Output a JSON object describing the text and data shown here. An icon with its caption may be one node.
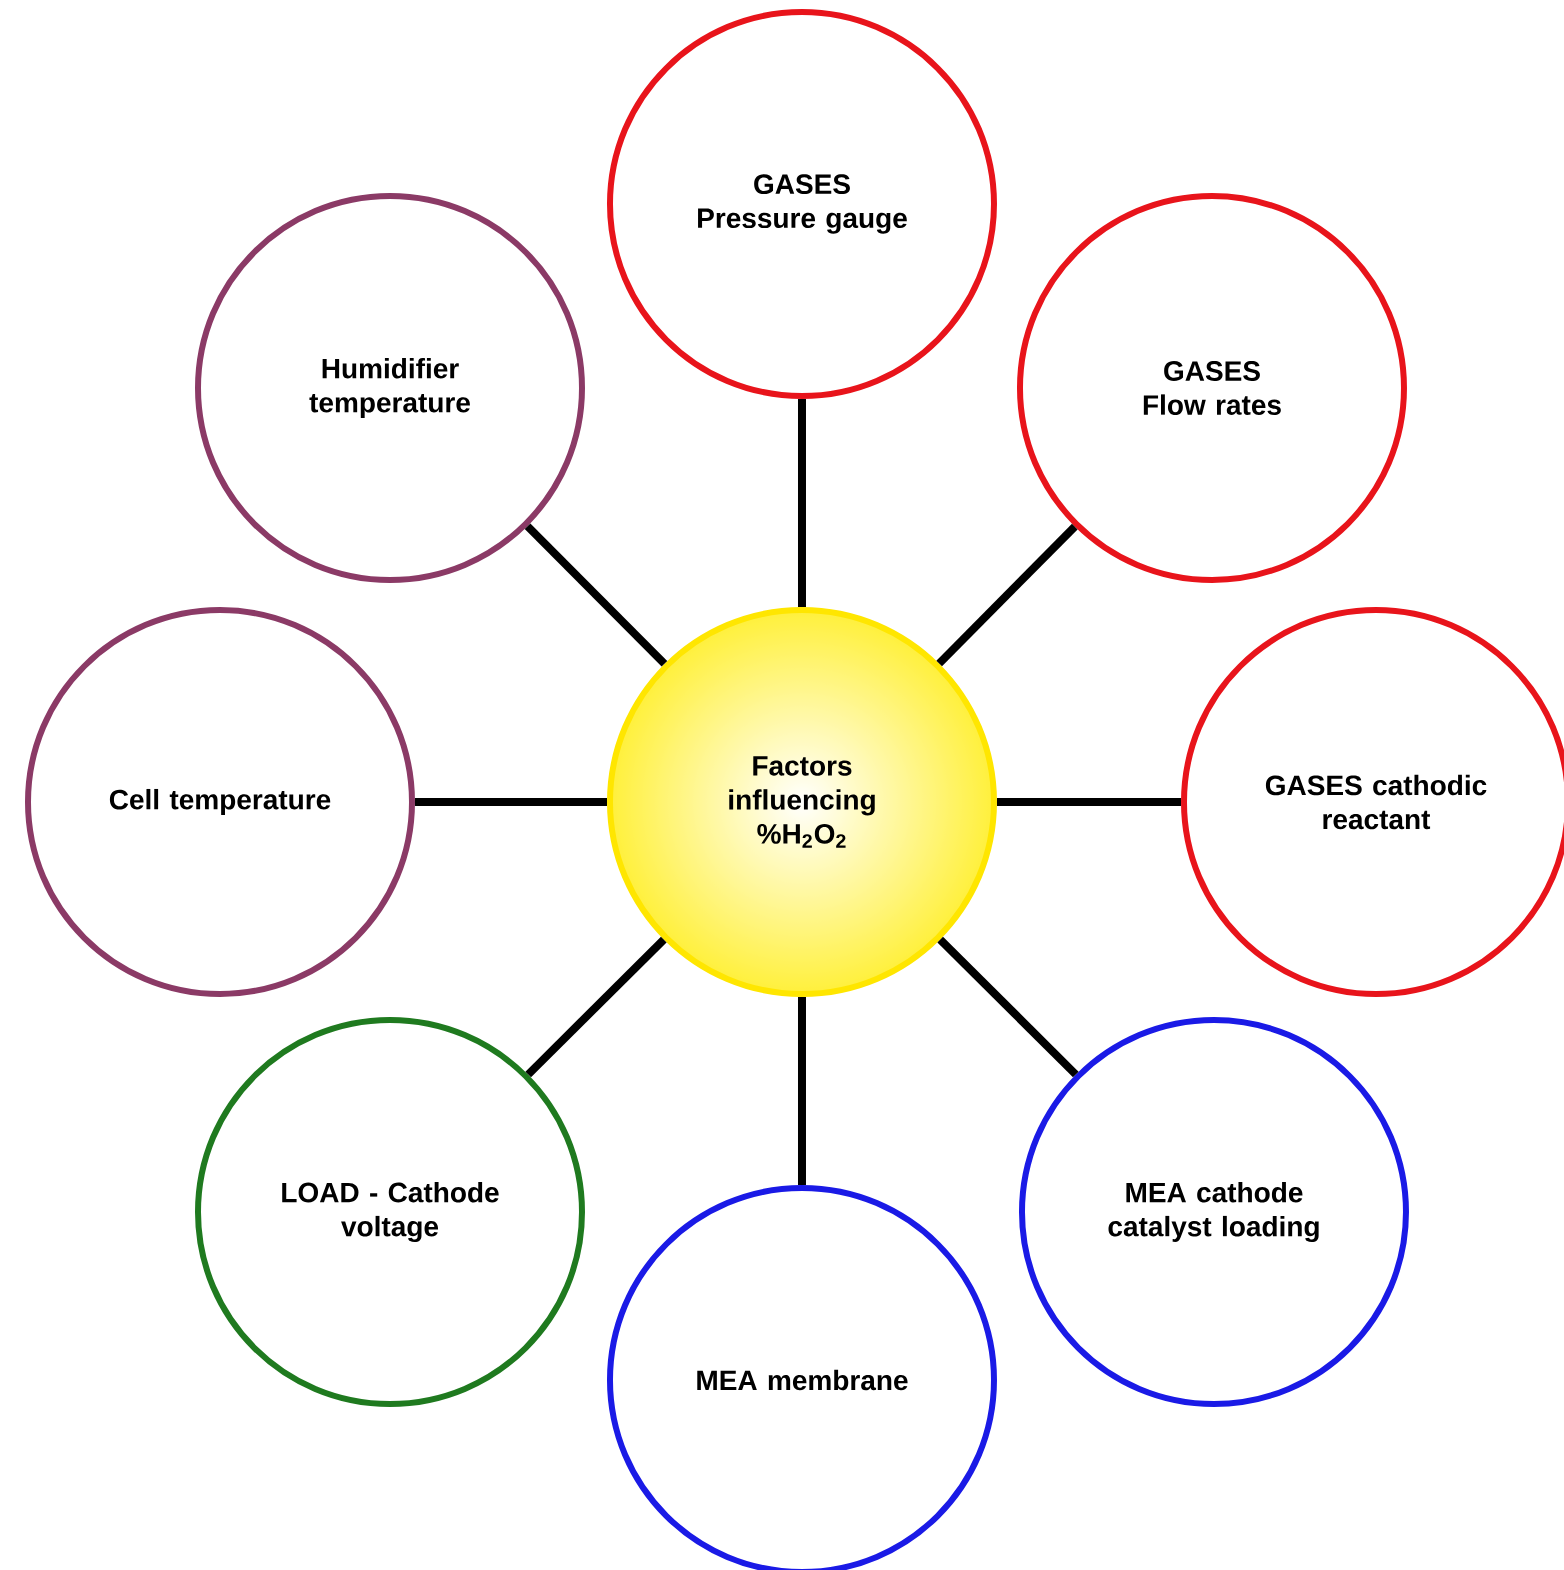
{
  "diagram": {
    "nodes": [
      {
        "text": [
          "Factors influencing %H$_{2}$O$_{2}$"
        ]
      },
      {
        "text": [
          "GASES Pressure gauge"
        ]
      },
      {
        "text": [
          "GASES Flow rates"
        ]
      },
      {
        "text": [
          "GASES cathodic reactant"
        ]
      },
      {
        "text": [
          "MEA cathode catalyst loading"
        ]
      },
      {
        "text": [
          "MEA membrane"
        ]
      },
      {
        "text": [
          "LOAD - Cathode voltage"
        ]
      },
      {
        "text": [
          "Cell temperature"
        ]
      },
      {
        "text": [
          "Humidifier temperature"
        ]
      }
    ],
    "edges": [
      {
        "from": 0,
        "to": 1,
        "arrow": "none"
      },
      {
        "from": 0,
        "to": 2,
        "arrow": "none"
      },
      {
        "from": 0,
        "to": 3,
        "arrow": "none"
      },
      {
        "from": 0,
        "to": 4,
        "arrow": "none"
      },
      {
        "from": 0,
        "to": 5,
        "arrow": "none"
      },
      {
        "from": 0,
        "to": 6,
        "arrow": "none"
      },
      {
        "from": 0,
        "to": 7,
        "arrow": "none"
      },
      {
        "from": 0,
        "to": 8,
        "arrow": "none"
      }
    ]
  }
}
